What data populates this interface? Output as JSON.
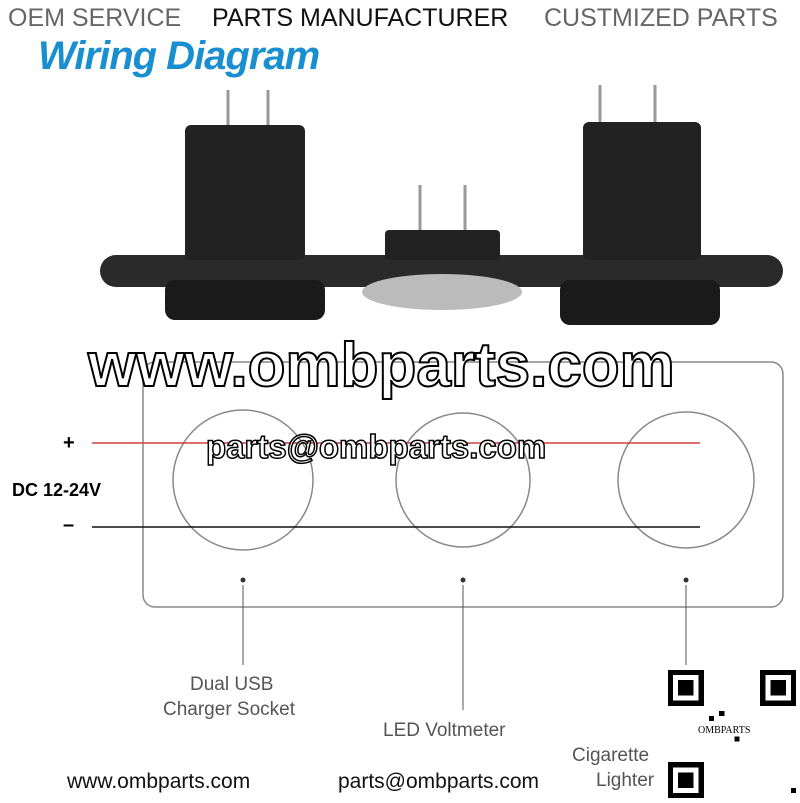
{
  "header": {
    "title": "Wiring Diagram",
    "banner": [
      "OEM SERVICE",
      "PARTS MANUFACTURER",
      "CUSTMIZED PARTS"
    ]
  },
  "watermark": {
    "site": "www.ombparts.com",
    "email": "parts@ombparts.com"
  },
  "diagram": {
    "plus": "+",
    "minus": "–",
    "voltage": "DC 12-24V",
    "labels": [
      "Dual USB",
      "Charger Socket",
      "LED Voltmeter",
      "Cigarette",
      "Lighter"
    ],
    "wire_colors": {
      "positive": "#d04040",
      "negative": "#111111"
    }
  },
  "footer": {
    "website": "www.ombparts.com",
    "email": "parts@ombparts.com"
  },
  "qr": {
    "label": "OMBPARTS"
  }
}
